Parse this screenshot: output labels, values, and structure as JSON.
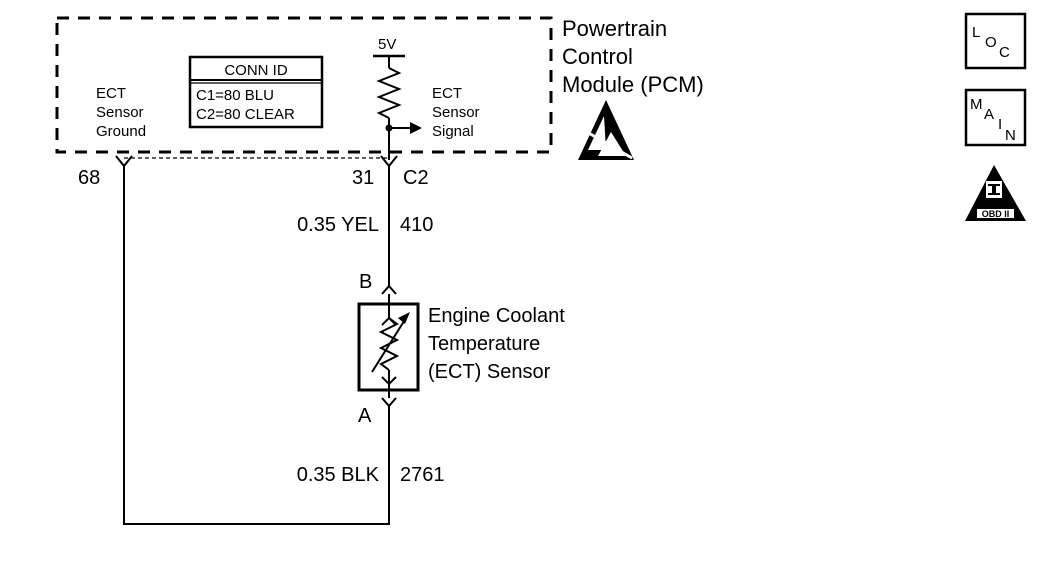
{
  "pcm": {
    "title_lines": [
      "Powertrain",
      "Control",
      "Module (PCM)"
    ],
    "ground_label_lines": [
      "ECT",
      "Sensor",
      "Ground"
    ],
    "signal_label_lines": [
      "ECT",
      "Sensor",
      "Signal"
    ],
    "voltage": "5V",
    "conn_id": {
      "header": "CONN ID",
      "rows": [
        "C1=80 BLU",
        "C2=80 CLEAR"
      ]
    }
  },
  "pins": {
    "ground_pin": "68",
    "signal_pin": "31",
    "signal_connector": "C2"
  },
  "wires": {
    "signal": {
      "gauge_color": "0.35 YEL",
      "circuit": "410"
    },
    "ground": {
      "gauge_color": "0.35 BLK",
      "circuit": "2761"
    }
  },
  "sensor": {
    "terminal_top": "B",
    "terminal_bottom": "A",
    "name_lines": [
      "Engine Coolant",
      "Temperature",
      "(ECT) Sensor"
    ]
  },
  "icons": {
    "loc": {
      "letters": [
        "L",
        "O",
        "C"
      ]
    },
    "main": {
      "letters": [
        "M",
        "A",
        "I",
        "N"
      ]
    },
    "obd": {
      "text": "OBD II"
    },
    "esd": {
      "name": "esd-sensitive-icon"
    }
  }
}
